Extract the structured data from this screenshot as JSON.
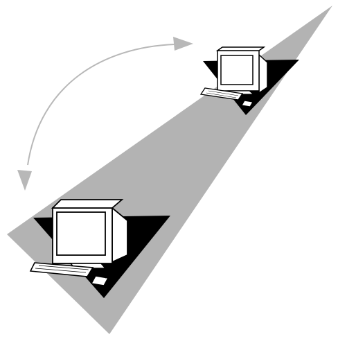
{
  "colors": {
    "beam": "#b3b3b3",
    "arrow": "#b8b8b8",
    "stroke": "#000000",
    "fill": "#ffffff",
    "shadow": "#000000",
    "background": "#ffffff"
  },
  "diagram": {
    "elements": [
      {
        "kind": "perspective-beam"
      },
      {
        "kind": "rotation-arrow",
        "heads": 2
      },
      {
        "kind": "computer-workstation",
        "count": 2
      }
    ]
  }
}
